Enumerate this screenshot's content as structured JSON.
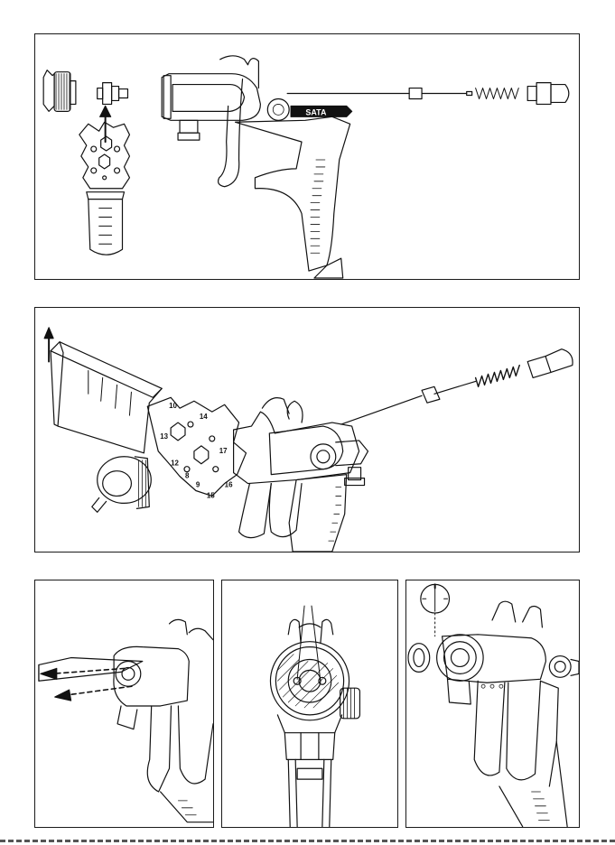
{
  "tool_numbers": [
    "10",
    "14",
    "13",
    "12",
    "9",
    "8",
    "17",
    "16",
    "15"
  ],
  "gun_brand": "SATA",
  "panels": {
    "p1": "disassembly-overview",
    "p2": "nozzle-removal-with-tool",
    "p3": "needle-removal",
    "p4": "air-cap-front-view",
    "p5": "air-cap-alignment"
  }
}
